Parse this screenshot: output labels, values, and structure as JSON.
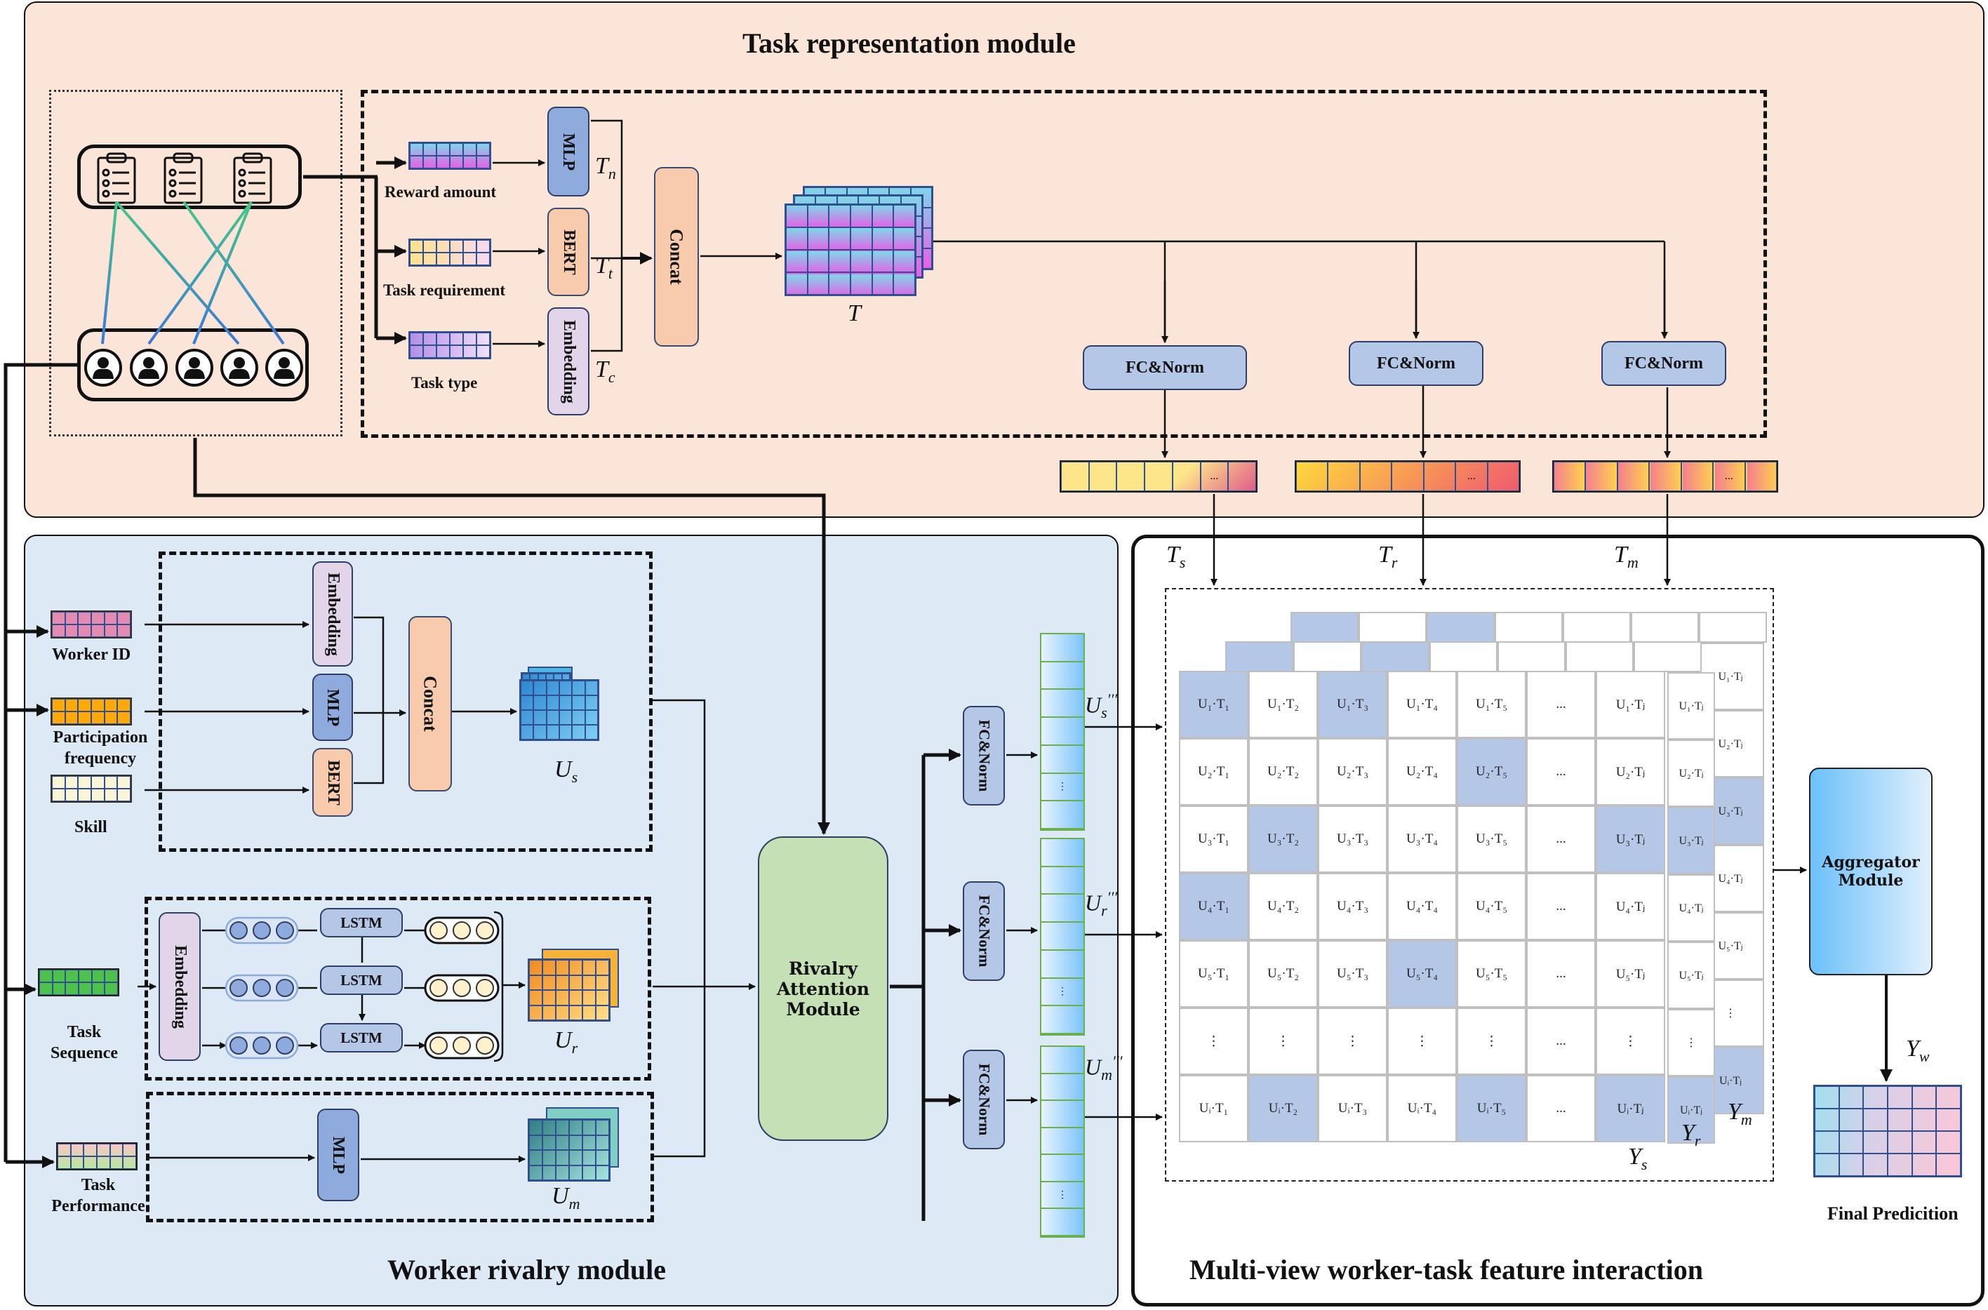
{
  "titles": {
    "task_module": "Task representation module",
    "worker_module": "Worker rivalry module",
    "multi_view": "Multi-view worker-task feature interaction"
  },
  "task_inputs": [
    {
      "label": "Reward amount",
      "encoder": "MLP",
      "output": "T",
      "output_sub": "n"
    },
    {
      "label": "Task requirement",
      "encoder": "BERT",
      "output": "T",
      "output_sub": "t"
    },
    {
      "label": "Task type",
      "encoder": "Embedding",
      "output": "T",
      "output_sub": "c"
    }
  ],
  "task_concat": "Concat",
  "task_tensor": "T",
  "fc_norm_label": "FC&Norm",
  "task_views": [
    {
      "name": "T",
      "sub": "s"
    },
    {
      "name": "T",
      "sub": "r"
    },
    {
      "name": "T",
      "sub": "m"
    }
  ],
  "vector_ellipsis": "...",
  "worker_static": {
    "inputs": [
      "Worker ID",
      "Participation frequency",
      "Skill"
    ],
    "encoders": [
      "Embedding",
      "MLP",
      "BERT"
    ],
    "concat": "Concat",
    "output": {
      "name": "U",
      "sub": "s"
    }
  },
  "worker_sequence": {
    "input": "Task Sequence",
    "embedding": "Embedding",
    "lstm": [
      "LSTM",
      "LSTM",
      "LSTM"
    ],
    "output": {
      "name": "U",
      "sub": "r"
    }
  },
  "worker_performance": {
    "input": "Task Performance",
    "encoder": "MLP",
    "output": {
      "name": "U",
      "sub": "m"
    }
  },
  "rivalry_attention": "Rivalry Attention Module",
  "worker_views": [
    {
      "name": "U",
      "sub": "s",
      "sup": "′′′"
    },
    {
      "name": "U",
      "sub": "r",
      "sup": "′′′"
    },
    {
      "name": "U",
      "sub": "m",
      "sup": "′′′"
    }
  ],
  "matrix": {
    "front_rows": [
      [
        "U₁·T₁",
        "U₁·T₂",
        "U₁·T₃",
        "U₁·T₄",
        "U₁·T₅",
        "...",
        "U₁·Tⱼ"
      ],
      [
        "U₂·T₁",
        "U₂·T₂",
        "U₂·T₃",
        "U₂·T₄",
        "U₂·T₅",
        "...",
        "U₂·Tⱼ"
      ],
      [
        "U₃·T₁",
        "U₃·T₂",
        "U₃·T₃",
        "U₃·T₄",
        "U₃·T₅",
        "...",
        "U₃·Tⱼ"
      ],
      [
        "U₄·T₁",
        "U₄·T₂",
        "U₄·T₃",
        "U₄·T₄",
        "U₄·T₅",
        "...",
        "U₄·Tⱼ"
      ],
      [
        "U₅·T₁",
        "U₅·T₂",
        "U₅·T₃",
        "U₅·T₄",
        "U₅·T₅",
        "...",
        "U₅·Tⱼ"
      ],
      [
        "⋮",
        "⋮",
        "⋮",
        "⋮",
        "⋮",
        "...",
        "⋮"
      ],
      [
        "Uᵢ·T₁",
        "Uᵢ·T₂",
        "Uᵢ·T₃",
        "Uᵢ·T₄",
        "Uᵢ·T₅",
        "...",
        "Uᵢ·Tⱼ"
      ]
    ],
    "front_highlight": [
      [
        0,
        0
      ],
      [
        0,
        2
      ],
      [
        1,
        4
      ],
      [
        2,
        1
      ],
      [
        2,
        6
      ],
      [
        3,
        0
      ],
      [
        4,
        3
      ],
      [
        6,
        1
      ],
      [
        6,
        4
      ],
      [
        6,
        6
      ]
    ],
    "side_r": [
      "U₁·Tⱼ",
      "U₂·Tⱼ",
      "U₃·Tⱼ",
      "U₄·Tⱼ",
      "U₅·Tⱼ",
      "⋮",
      "Uᵢ·Tⱼ"
    ],
    "side_r_highlight": [
      2,
      6
    ],
    "side_m": [
      "U₁·Tⱼ",
      "U₂·Tⱼ",
      "U₃·Tⱼ",
      "U₄·Tⱼ",
      "U₅·Tⱼ",
      "⋮",
      "Uᵢ·Tⱼ"
    ],
    "side_m_highlight": [
      2,
      6
    ],
    "top_r_highlight": [
      0,
      2
    ],
    "top_m_highlight": [
      0,
      2
    ],
    "layer_labels": [
      {
        "name": "Y",
        "sub": "s"
      },
      {
        "name": "Y",
        "sub": "r"
      },
      {
        "name": "Y",
        "sub": "m"
      }
    ]
  },
  "aggregator": "Aggregator Module",
  "final_output": {
    "name": "Y",
    "sub": "w"
  },
  "final_label": "Final Predicition",
  "colors": {
    "task_bg": "#fbe5d8",
    "worker_bg": "#dde9f5",
    "highlight": "#b4c7e7",
    "rivalry": "#c5e0b4"
  }
}
